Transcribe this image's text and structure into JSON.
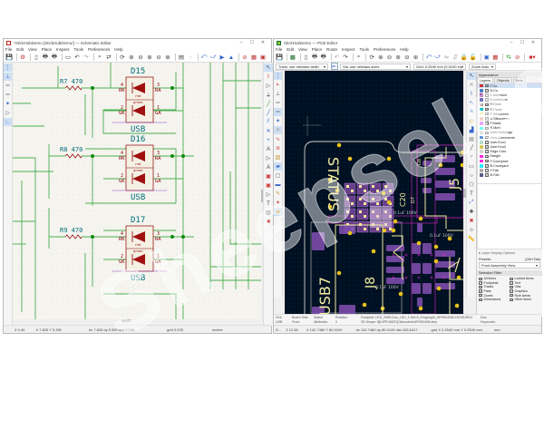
{
  "schematic": {
    "title": "*StickHubDemo [StickHubDemo/] — Schematic Editor",
    "menu": [
      "File",
      "Edit",
      "View",
      "Place",
      "Inspect",
      "Tools",
      "Preferences",
      "Help"
    ],
    "window_controls": [
      "–",
      "☐",
      "✕"
    ],
    "circuits": [
      {
        "ref": "D15",
        "resistor": "R7 470",
        "value": "USB",
        "pin_rk": "RK",
        "pin_ra": "RA",
        "pin_gk": "GK",
        "pin_ga": "GA",
        "n4": "4",
        "n3": "3",
        "n2": "2",
        "n1": "1",
        "red": "red",
        "green": "green"
      },
      {
        "ref": "D16",
        "resistor": "R8 470",
        "value": "USB",
        "pin_rk": "RK",
        "pin_ra": "RA",
        "pin_gk": "GK",
        "pin_ga": "GA",
        "n4": "4",
        "n3": "3",
        "n2": "2",
        "n1": "1",
        "red": "red",
        "green": "green"
      },
      {
        "ref": "D17",
        "resistor": "R9 470",
        "value": "USB",
        "pin_rk": "RK",
        "pin_ra": "RA",
        "pin_gk": "GK",
        "pin_ga": "GA",
        "n4": "4",
        "n3": "3",
        "n2": "2",
        "n1": "1",
        "red": "red",
        "green": "green"
      }
    ],
    "status": {
      "zoom": "Z 4.40",
      "xy": "X 7.825  Y 5.350",
      "dxy": "dx 7.825  dy 5.350  dist 9.565",
      "grid": "grid 0.025",
      "units": "inches"
    },
    "colors": {
      "canvas": "#f5f4ef",
      "wire": "#4caf50",
      "junction": "#0a8a0a",
      "symbol": "#8b0000",
      "ref": "#006d7a"
    }
  },
  "pcb": {
    "title": "StickHubDemo — PCB Editor",
    "menu": [
      "File",
      "Edit",
      "View",
      "Place",
      "Route",
      "Inspect",
      "Tools",
      "Preferences",
      "Help"
    ],
    "window_controls": [
      "–",
      "☐",
      "✕"
    ],
    "track_width": "Track: use netclass width",
    "via_size": "Via: use netclass sizes",
    "grid": "Grid: 0.2540 mm (0.0100 in)",
    "zoom": "Zoom Auto",
    "board_labels": {
      "status": "STATUS",
      "usb7": "USB7",
      "j8": "J8",
      "j5": "J5",
      "c20": "C20",
      "d7": "D7",
      "d8": "D8",
      "cap1": "0.1uF 100V",
      "cap2": "0.1uF 100V",
      "cap3": "0.1uF 100V"
    },
    "appearance": {
      "header": "Appearance",
      "tabs": [
        "Layers",
        "Objects",
        "Nets"
      ],
      "layers": [
        {
          "name": "F.Cu",
          "color": "#c83434"
        },
        {
          "name": "B.Cu",
          "color": "#4d7fc4"
        },
        {
          "name": "F.Adhesive",
          "color": "#8a1f8a"
        },
        {
          "name": "B.Adhesive",
          "color": "#00008b"
        },
        {
          "name": "F.Paste",
          "color": "#b4a0a0"
        },
        {
          "name": "B.Paste",
          "color": "#00c2c2"
        },
        {
          "name": "F.Silkscreen",
          "color": "#f2eda1"
        },
        {
          "name": "B.Silkscreen",
          "color": "#e8b2a7"
        },
        {
          "name": "F.Mask",
          "color": "#d864ff"
        },
        {
          "name": "B.Mask",
          "color": "#02ffee"
        },
        {
          "name": "User.Drawings",
          "color": "#c2c2c2"
        },
        {
          "name": "User.Comments",
          "color": "#5994dc"
        },
        {
          "name": "User.Eco1",
          "color": "#b4dbd2"
        },
        {
          "name": "User.Eco2",
          "color": "#d8c852"
        },
        {
          "name": "Edge.Cuts",
          "color": "#d0d2cd"
        },
        {
          "name": "Margin",
          "color": "#ff26e2"
        },
        {
          "name": "F.Courtyard",
          "color": "#ff26e2"
        },
        {
          "name": "B.Courtyard",
          "color": "#26e9ff"
        },
        {
          "name": "F.Fab",
          "color": "#afafaf"
        },
        {
          "name": "B.Fab",
          "color": "#585d84"
        }
      ],
      "layer_display_options": "Layer Display Options",
      "presets_label": "Presets:",
      "presets_shortcut": "(Ctrl+Tab)",
      "preset_value": "Front Assembly View",
      "selection_filter_title": "Selection Filter",
      "selection_filter": [
        {
          "label": "All items",
          "checked": true
        },
        {
          "label": "Locked items",
          "checked": true
        },
        {
          "label": "Footprints",
          "checked": true
        },
        {
          "label": "Text",
          "checked": true
        },
        {
          "label": "Tracks",
          "checked": true
        },
        {
          "label": "Vias",
          "checked": true
        },
        {
          "label": "Pads",
          "checked": true
        },
        {
          "label": "Graphics",
          "checked": true
        },
        {
          "label": "Zones",
          "checked": true
        },
        {
          "label": "Rule Areas",
          "checked": true
        },
        {
          "label": "Dimensions",
          "checked": true
        },
        {
          "label": "Other items",
          "checked": true
        }
      ]
    },
    "message_panel": {
      "ref_label": "D16",
      "ref_value": "USB",
      "board_side_label": "Board Side",
      "board_side_value": "Front",
      "status_label": "Status",
      "status_value": "Attributes",
      "rotation_label": "Rotation",
      "rotation_value": "0",
      "footprint": "Footprint: LED_SMD:Duo_LED_1.6x0.8_Kingbright_APHB1608LZGKSURKC",
      "shape": "3D-Shape: ${KIPRJMOD}/3dmodels/APHB1608.step",
      "doc_label": "Doc:",
      "keywords_label": "Keywords:"
    },
    "status": {
      "prefix": "D...",
      "zoom": "Z 12.80",
      "xy": "X 142.7480  Y 80.0100",
      "dxy": "dx 142.7480  dy 80.0100  dist 163.6417",
      "grid": "grid X 0.2540 mm  Y 0.2540 mm",
      "units": "mm"
    },
    "colors": {
      "canvas": "#001023",
      "pad": "#7c4dab",
      "silk": "#f2eda1",
      "via": "#e6c21b",
      "edge": "#d0d2cd",
      "courtyard": "#ff26e2"
    }
  },
  "watermark": "Sheepselect"
}
